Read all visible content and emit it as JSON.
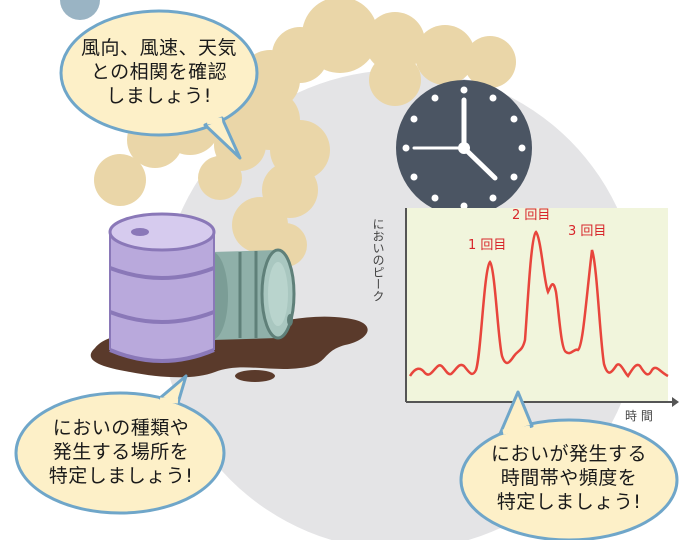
{
  "bubbles": {
    "weather": {
      "lines": [
        "風向、風速、天気",
        "との相関を確認",
        "しましょう!"
      ]
    },
    "type": {
      "lines": [
        "においの種類や",
        "発生する場所を",
        "特定しましょう!"
      ]
    },
    "time": {
      "lines": [
        "においが発生する",
        "時間帯や頻度を",
        "特定しましょう!"
      ]
    }
  },
  "chart_data": {
    "type": "line",
    "ylabel": "においのピーク",
    "xlabel": "時 間",
    "annotations": [
      "1 回目",
      "2 回目",
      "3 回目"
    ],
    "colors": {
      "line": "#e8453c",
      "background": "#f1f5dc",
      "axis": "#555555"
    }
  },
  "colors": {
    "smoke": "#ead6a8",
    "circle": "#e4e4e6",
    "bubble_fill": "#fdf0c8",
    "bubble_stroke": "#6fa6c9",
    "barrel_purple": "#b9a9dc",
    "barrel_gray": "#8fb0a9",
    "puddle": "#5a3a2b",
    "clock_face": "#4b5563"
  }
}
